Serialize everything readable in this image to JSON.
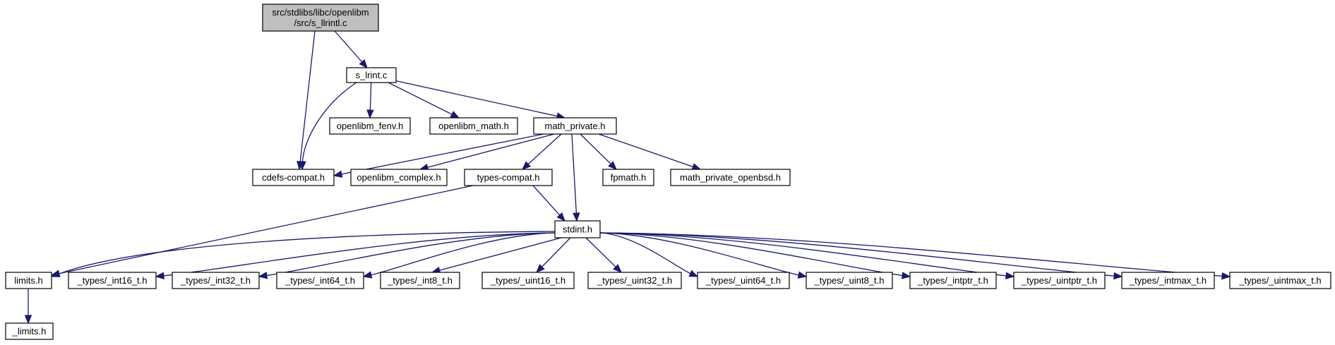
{
  "diagram": {
    "type": "include-dependency-graph",
    "colors": {
      "edge": "#191970",
      "root_fill": "#bfbfbf",
      "node_fill": "#ffffff",
      "border": "#000000"
    },
    "nodes": [
      {
        "id": "root",
        "lines": [
          "src/stdlibs/libc/openlibm",
          "/src/s_llrintl.c"
        ],
        "root": true
      },
      {
        "id": "s_lrint",
        "lines": [
          "s_lrint.c"
        ]
      },
      {
        "id": "openlibm_fenv",
        "lines": [
          "openlibm_fenv.h"
        ]
      },
      {
        "id": "openlibm_math",
        "lines": [
          "openlibm_math.h"
        ]
      },
      {
        "id": "math_private",
        "lines": [
          "math_private.h"
        ]
      },
      {
        "id": "cdefs_compat",
        "lines": [
          "cdefs-compat.h"
        ]
      },
      {
        "id": "openlibm_complex",
        "lines": [
          "openlibm_complex.h"
        ]
      },
      {
        "id": "types_compat",
        "lines": [
          "types-compat.h"
        ]
      },
      {
        "id": "fpmath",
        "lines": [
          "fpmath.h"
        ]
      },
      {
        "id": "math_private_openbsd",
        "lines": [
          "math_private_openbsd.h"
        ]
      },
      {
        "id": "stdint",
        "lines": [
          "stdint.h"
        ]
      },
      {
        "id": "limits",
        "lines": [
          "limits.h"
        ]
      },
      {
        "id": "int16",
        "lines": [
          "_types/_int16_t.h"
        ]
      },
      {
        "id": "int32",
        "lines": [
          "_types/_int32_t.h"
        ]
      },
      {
        "id": "int64",
        "lines": [
          "_types/_int64_t.h"
        ]
      },
      {
        "id": "int8",
        "lines": [
          "_types/_int8_t.h"
        ]
      },
      {
        "id": "uint16",
        "lines": [
          "_types/_uint16_t.h"
        ]
      },
      {
        "id": "uint32",
        "lines": [
          "_types/_uint32_t.h"
        ]
      },
      {
        "id": "uint64",
        "lines": [
          "_types/_uint64_t.h"
        ]
      },
      {
        "id": "uint8",
        "lines": [
          "_types/_uint8_t.h"
        ]
      },
      {
        "id": "intptr",
        "lines": [
          "_types/_intptr_t.h"
        ]
      },
      {
        "id": "uintptr",
        "lines": [
          "_types/_uintptr_t.h"
        ]
      },
      {
        "id": "intmax",
        "lines": [
          "_types/_intmax_t.h"
        ]
      },
      {
        "id": "uintmax",
        "lines": [
          "_types/_uintmax_t.h"
        ]
      },
      {
        "id": "_limits",
        "lines": [
          "_limits.h"
        ]
      }
    ],
    "edges": [
      {
        "from": "root",
        "to": "s_lrint"
      },
      {
        "from": "root",
        "to": "cdefs_compat"
      },
      {
        "from": "s_lrint",
        "to": "openlibm_fenv"
      },
      {
        "from": "s_lrint",
        "to": "openlibm_math"
      },
      {
        "from": "s_lrint",
        "to": "math_private"
      },
      {
        "from": "s_lrint",
        "to": "cdefs_compat"
      },
      {
        "from": "math_private",
        "to": "cdefs_compat"
      },
      {
        "from": "math_private",
        "to": "openlibm_complex"
      },
      {
        "from": "math_private",
        "to": "types_compat"
      },
      {
        "from": "math_private",
        "to": "stdint"
      },
      {
        "from": "math_private",
        "to": "fpmath"
      },
      {
        "from": "math_private",
        "to": "math_private_openbsd"
      },
      {
        "from": "types_compat",
        "to": "stdint"
      },
      {
        "from": "types_compat",
        "to": "limits"
      },
      {
        "from": "stdint",
        "to": "limits"
      },
      {
        "from": "stdint",
        "to": "int16"
      },
      {
        "from": "stdint",
        "to": "int32"
      },
      {
        "from": "stdint",
        "to": "int64"
      },
      {
        "from": "stdint",
        "to": "int8"
      },
      {
        "from": "stdint",
        "to": "uint16"
      },
      {
        "from": "stdint",
        "to": "uint32"
      },
      {
        "from": "stdint",
        "to": "uint64"
      },
      {
        "from": "stdint",
        "to": "uint8"
      },
      {
        "from": "stdint",
        "to": "intptr"
      },
      {
        "from": "stdint",
        "to": "uintptr"
      },
      {
        "from": "stdint",
        "to": "intmax"
      },
      {
        "from": "stdint",
        "to": "uintmax"
      },
      {
        "from": "limits",
        "to": "_limits"
      }
    ]
  }
}
